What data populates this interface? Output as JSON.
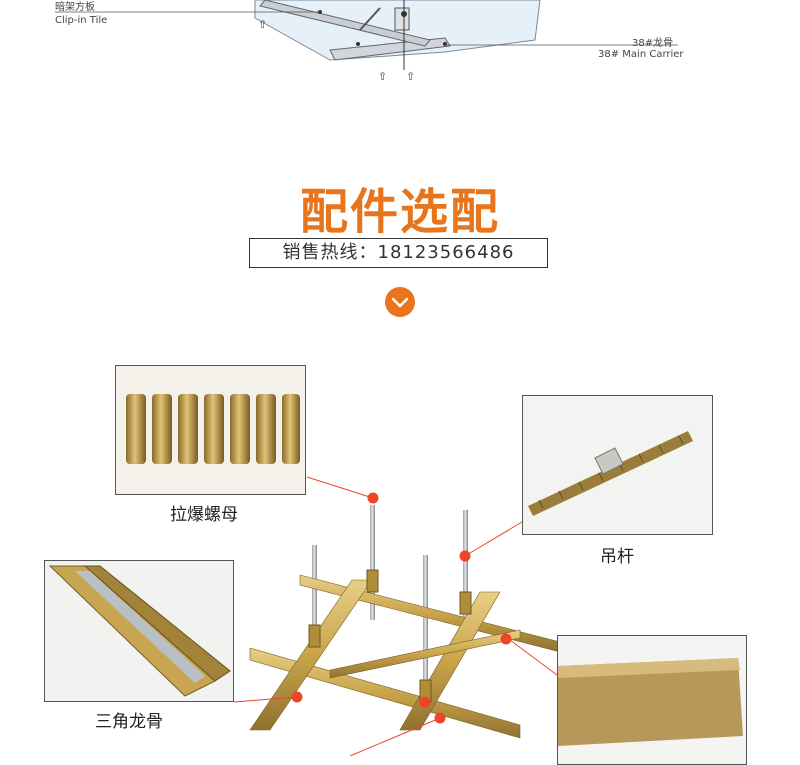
{
  "top_diagram": {
    "clip_in_tile_cn": "暗架方板",
    "clip_in_tile_en": "Clip-in Tile",
    "main_carrier_cn": "38#龙骨",
    "main_carrier_en": "38#  Main Carrier"
  },
  "section": {
    "title": "配件选配",
    "hotline": "销售热线：18123566486"
  },
  "parts": {
    "expansion_nut": "拉爆螺母",
    "hanger_rod": "吊杆",
    "triangle_keel": "三角龙骨"
  },
  "colors": {
    "accent": "#e8741c",
    "callout_dot": "#f0442a",
    "metal": "#c9a44a"
  },
  "icons": {
    "down": "chevron-down-icon"
  }
}
